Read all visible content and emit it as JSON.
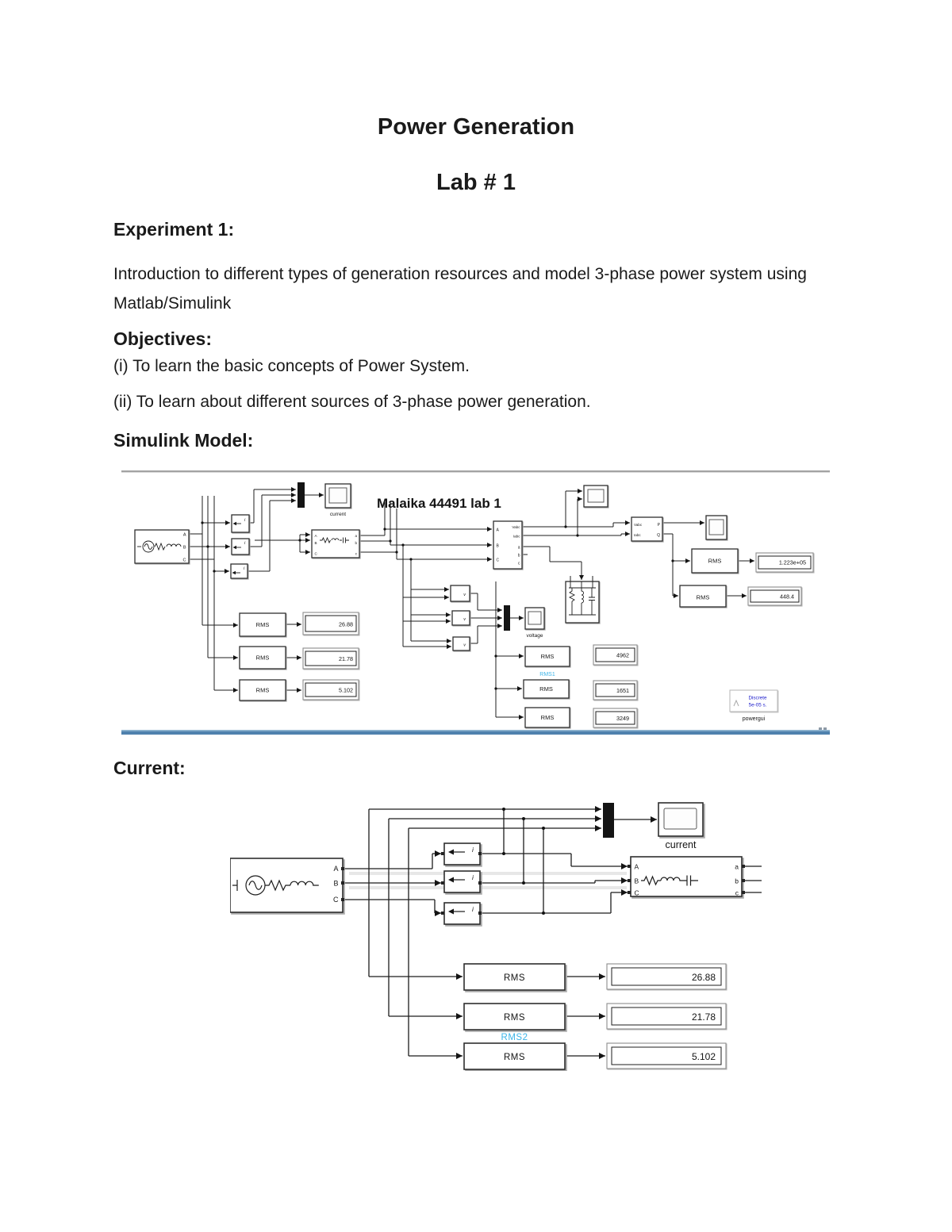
{
  "document": {
    "title": "Power Generation",
    "lab": "Lab # 1",
    "experiment_heading": "Experiment 1:",
    "experiment_body": "Introduction to different types of generation resources and model 3-phase power system using Matlab/Simulink",
    "objectives_heading": "Objectives:",
    "objective_1": "(i) To learn the basic concepts of Power System.",
    "objective_2": "(ii) To learn about different sources of 3-phase power generation.",
    "simulink_heading": "Simulink Model:",
    "current_heading": "Current:"
  },
  "model": {
    "title": "Malaika 44491 lab 1",
    "scope_current": "current",
    "scope_voltage": "voltage",
    "rms": "RMS",
    "rms1_tag": "RMS1",
    "displays": {
      "ia": "26.88",
      "ib": "21.78",
      "ic": "5.102",
      "va": "4962",
      "vb": "1651",
      "vc": "3249",
      "p": "1.223e+05",
      "q": "448.4"
    },
    "ports": {
      "A": "A",
      "B": "B",
      "C": "C",
      "a": "a",
      "b": "b",
      "c": "c",
      "Vabc": "Vabc",
      "Iabc": "Iabc",
      "P": "P",
      "Q": "Q",
      "i": "i",
      "v": "v"
    },
    "powergui": {
      "mode": "Discrete",
      "step": "5e-05 s.",
      "label": "powergui"
    }
  },
  "current_fig": {
    "scope_current": "current",
    "rms": "RMS",
    "rms2_tag": "RMS2",
    "displays": [
      "26.88",
      "21.78",
      "5.102"
    ],
    "ports": {
      "A": "A",
      "B": "B",
      "C": "C",
      "a": "a",
      "b": "b",
      "c": "c",
      "i": "i"
    }
  }
}
